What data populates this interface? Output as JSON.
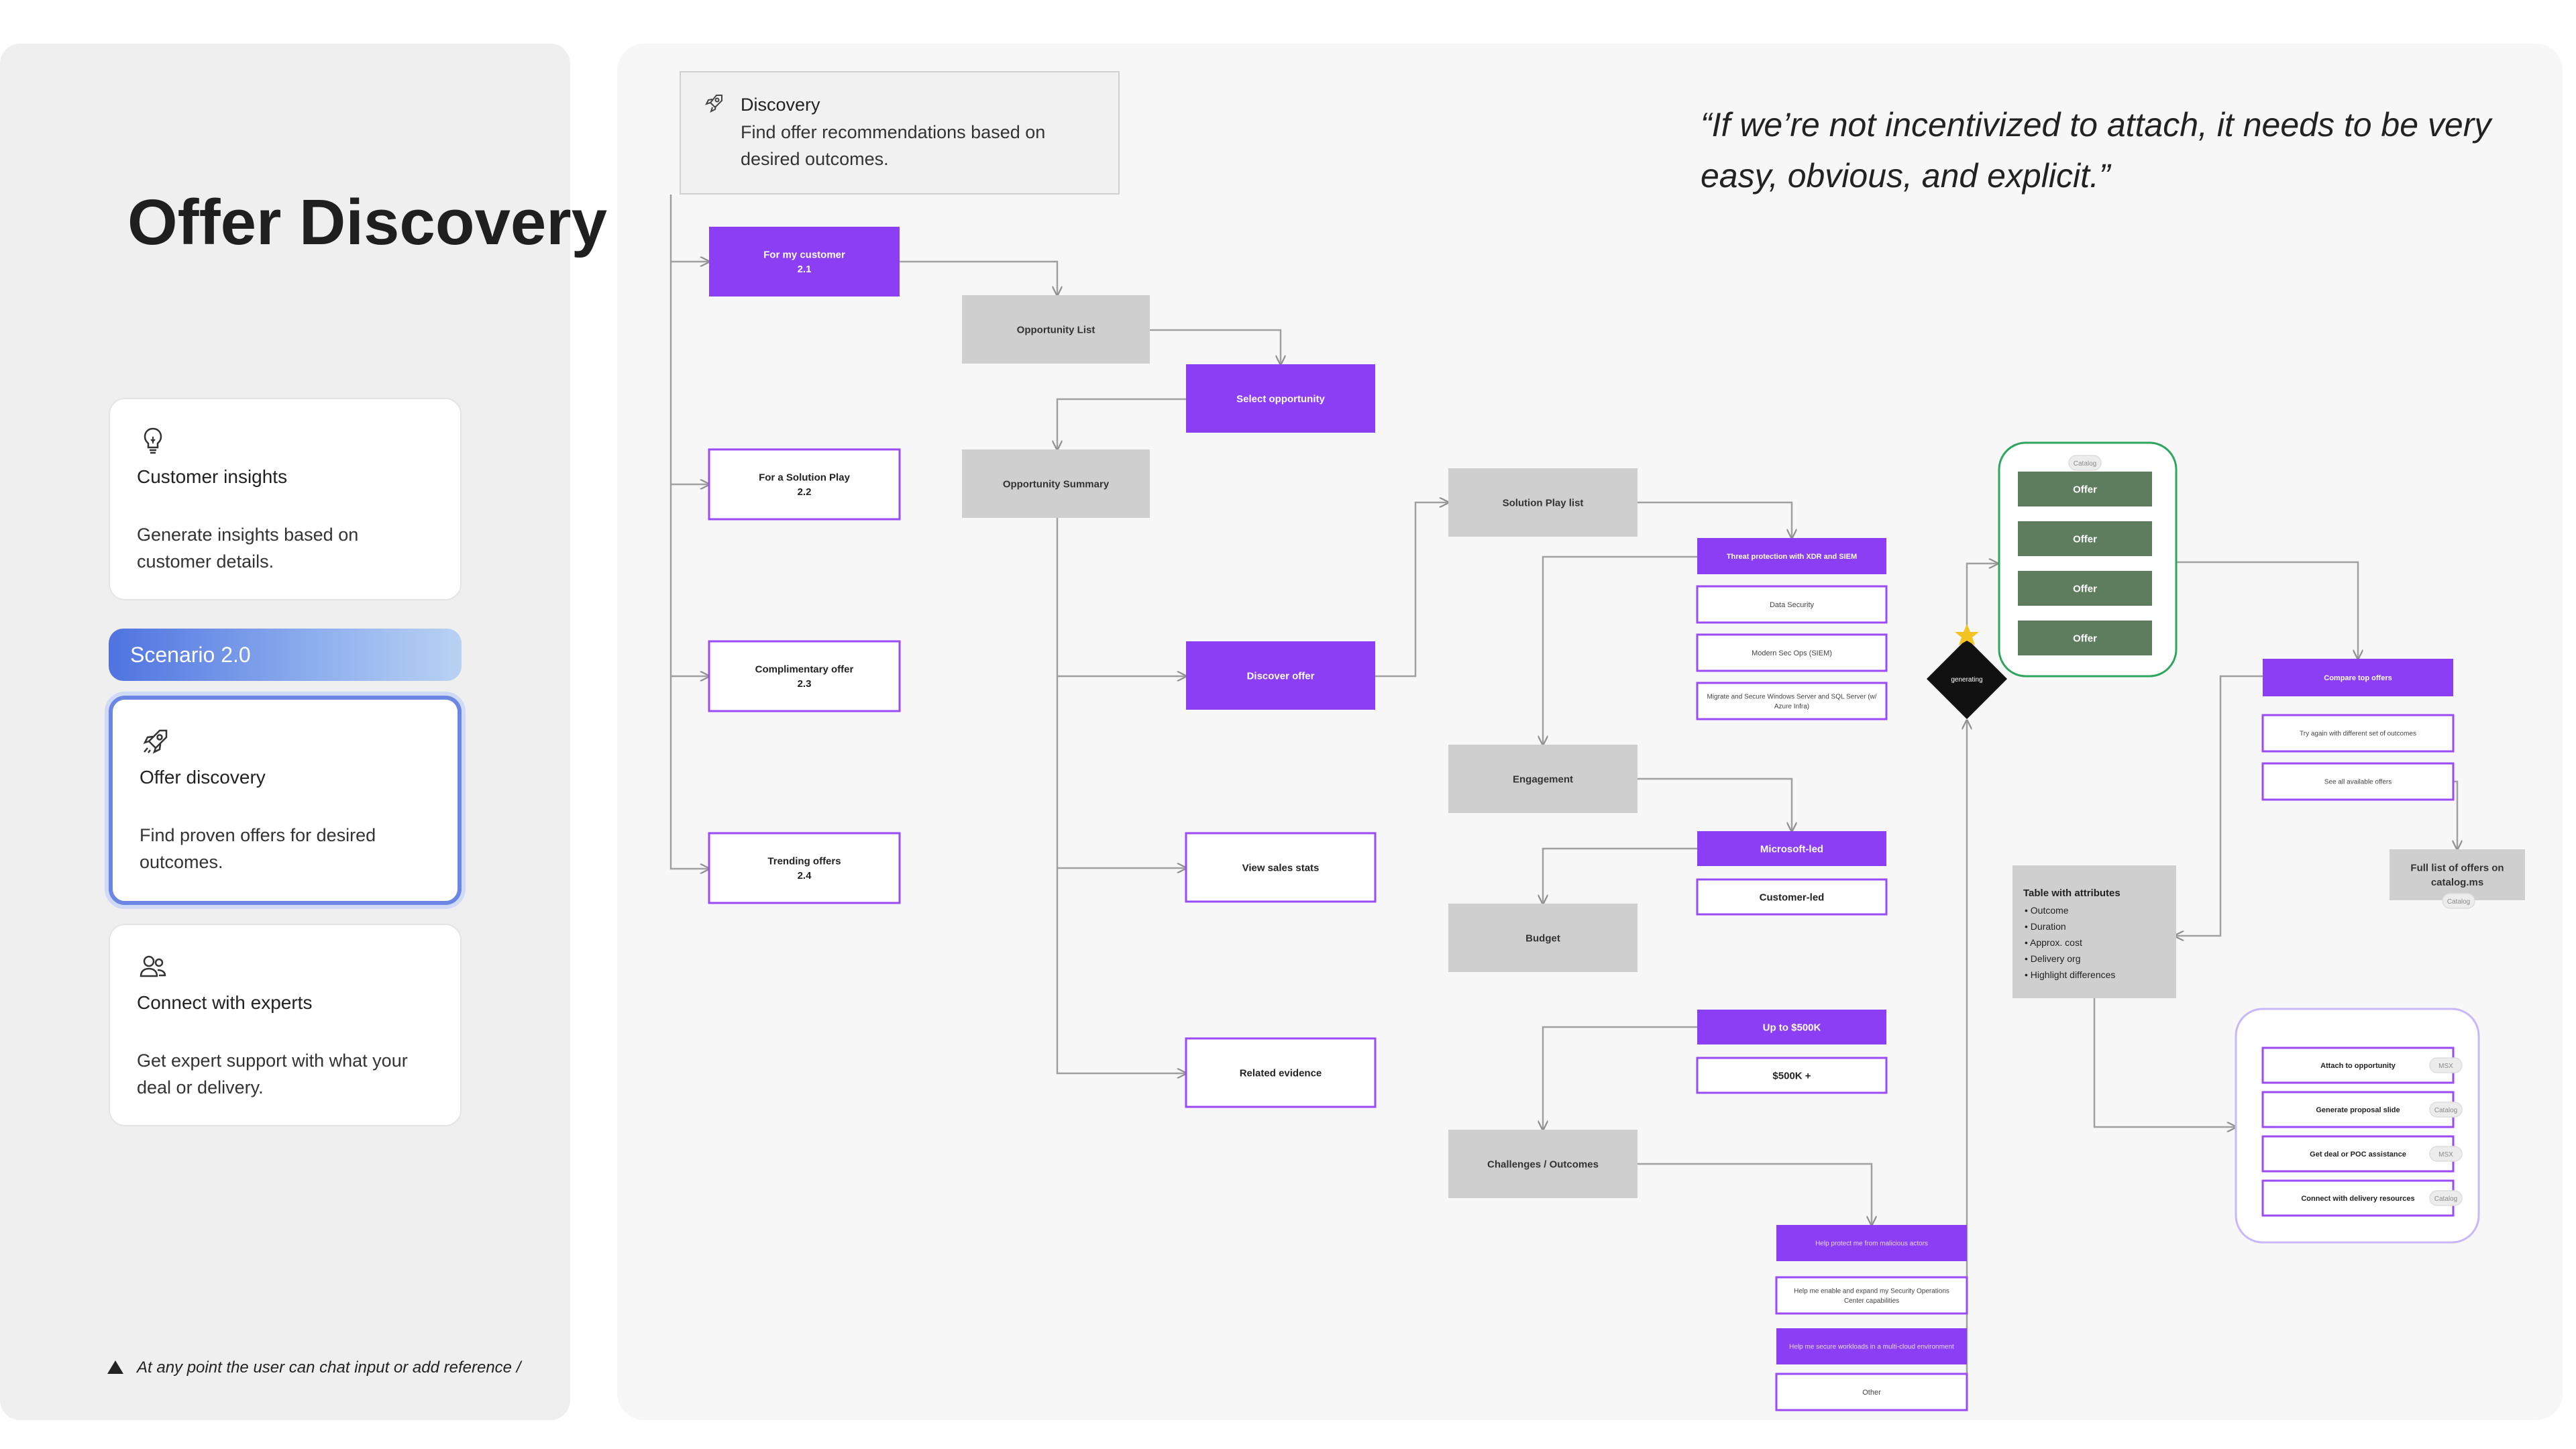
{
  "page": {
    "title": "Offer Discovery",
    "scenario_badge": "Scenario 2.0",
    "footer_note": "At any point the user can chat input or add reference /",
    "quote": "“If we’re not incentivized to attach, it needs to be very easy, obvious, and explicit.”"
  },
  "cards": [
    {
      "icon": "lightbulb-icon",
      "title": "Customer insights",
      "desc": "Generate insights based on customer details."
    },
    {
      "icon": "rocket-icon",
      "title": "Offer discovery",
      "desc": "Find proven offers for desired outcomes."
    },
    {
      "icon": "people-icon",
      "title": "Connect with experts",
      "desc": "Get expert support with what your deal or delivery."
    }
  ],
  "diagram": {
    "header": {
      "title": "Discovery",
      "desc_line1": "Find offer recommendations based on",
      "desc_line2": "desired outcomes."
    },
    "nodes": {
      "for_my_customer": [
        "For my customer",
        "2.1"
      ],
      "for_solution_play": [
        "For a Solution Play",
        "2.2"
      ],
      "complimentary": [
        "Complimentary offer",
        "2.3"
      ],
      "trending": [
        "Trending offers",
        "2.4"
      ],
      "opportunity_list": [
        "Opportunity List"
      ],
      "opportunity_summary": [
        "Opportunity Summary"
      ],
      "select_opportunity": [
        "Select opportunity"
      ],
      "discover_offer": [
        "Discover offer"
      ],
      "view_sales_stats": [
        "View sales stats"
      ],
      "related_evidence": [
        "Related evidence"
      ],
      "solution_play_list": [
        "Solution Play list"
      ],
      "threat_protection": [
        "Threat protection with XDR and SIEM"
      ],
      "data_security": [
        "Data Security"
      ],
      "modern_secops": [
        "Modern Sec Ops (SIEM)"
      ],
      "migrate_secure": [
        "Migrate and Secure Windows Server and SQL Server (w/",
        "Azure Infra)"
      ],
      "engagement": [
        "Engagement"
      ],
      "microsoft_led": [
        "Microsoft-led"
      ],
      "customer_led": [
        "Customer-led"
      ],
      "budget": [
        "Budget"
      ],
      "up_to_500k": [
        "Up to $500K"
      ],
      "over_500k": [
        "$500K +"
      ],
      "challenges": [
        "Challenges / Outcomes"
      ],
      "help_protect": [
        "Help protect me from malicious actors"
      ],
      "help_enable": [
        "Help me enable and expand my Security Operations",
        "Center capabilities"
      ],
      "help_secure": [
        "Help me secure workloads in a multi-cloud environment"
      ],
      "other": [
        "Other"
      ],
      "generating": [
        "generating"
      ],
      "offer_1": [
        "Offer"
      ],
      "offer_2": [
        "Offer"
      ],
      "offer_3": [
        "Offer"
      ],
      "offer_4": [
        "Offer"
      ],
      "compare_offers": [
        "Compare top offers"
      ],
      "try_again": [
        "Try again with different set of outcomes"
      ],
      "see_all": [
        "See all available offers"
      ],
      "full_list": [
        "Full list of offers on",
        "catalog.ms"
      ],
      "attach": [
        "Attach to opportunity"
      ],
      "proposal": [
        "Generate proposal slide"
      ],
      "deal_poc": [
        "Get deal or POC assistance"
      ],
      "delivery": [
        "Connect with delivery resources"
      ]
    },
    "table": {
      "title": "Table with attributes",
      "items": [
        "Outcome",
        "Duration",
        "Approx. cost",
        "Delivery org",
        "Highlight differences"
      ]
    },
    "tags": {
      "catalog": "Catalog",
      "msx": "MSX"
    }
  },
  "colors": {
    "purple": "#8c3ef5",
    "purple_border": "#9a4bf5",
    "gray_node": "#cfcfcf",
    "green_offer": "#5e7d5f",
    "green_border": "#2fa65e",
    "accent_blue": "#6b86e3"
  }
}
